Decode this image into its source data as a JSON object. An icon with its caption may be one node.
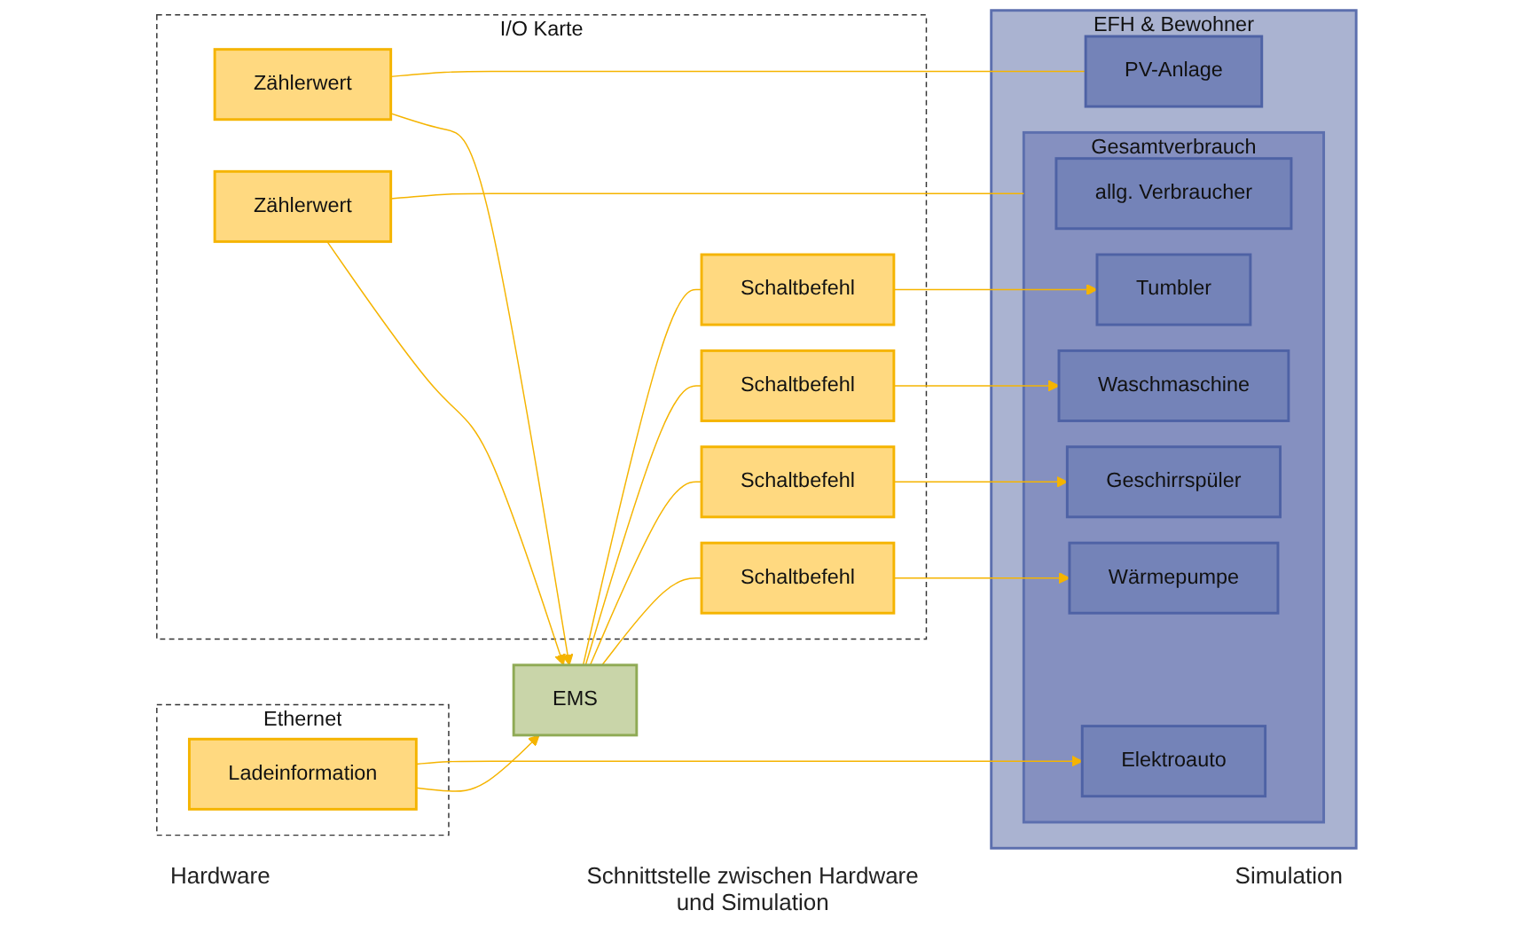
{
  "diagram": {
    "nodes": [
      {
        "text": [
          "EMS"
        ]
      },
      {
        "text": [
          "I/O Karte"
        ]
      },
      {
        "text": [
          "Zählerwert"
        ],
        "in": 1
      },
      {
        "text": [
          "Zählerwert"
        ],
        "in": 1
      },
      {
        "text": [
          "Schaltbefehl"
        ],
        "in": 1
      },
      {
        "text": [
          "Schaltbefehl"
        ],
        "in": 1
      },
      {
        "text": [
          "Schaltbefehl"
        ],
        "in": 1
      },
      {
        "text": [
          "Schaltbefehl"
        ],
        "in": 1
      },
      {
        "text": [
          "Ethernet"
        ]
      },
      {
        "text": [
          "Ladeinformation"
        ],
        "in": 8
      },
      {
        "text": [
          "EFH & Bewohner"
        ]
      },
      {
        "text": [
          "PV-Anlage"
        ],
        "in": 10
      },
      {
        "text": [
          "Gesamtverbrauch"
        ],
        "in": 10
      },
      {
        "text": [
          "allg. Verbraucher"
        ],
        "in": 12
      },
      {
        "text": [
          "Wärmepumpe"
        ],
        "in": 12
      },
      {
        "text": [
          "Geschirrspüler"
        ],
        "in": 12
      },
      {
        "text": [
          "Waschmaschine"
        ],
        "in": 12
      },
      {
        "text": [
          "Tumbler"
        ],
        "in": 12
      },
      {
        "text": [
          "Elektroauto"
        ],
        "in": 12
      }
    ],
    "edges": [
      {
        "from": 2,
        "to": 0,
        "arrow": "to"
      },
      {
        "from": 2,
        "to": 11,
        "arrow": "none"
      },
      {
        "from": 3,
        "to": 0,
        "arrow": "to"
      },
      {
        "from": 3,
        "to": 12,
        "arrow": "none"
      },
      {
        "from": 0,
        "to": 4,
        "arrow": "none"
      },
      {
        "from": 4,
        "to": 14,
        "arrow": "to"
      },
      {
        "from": 0,
        "to": 5,
        "arrow": "none"
      },
      {
        "from": 5,
        "to": 15,
        "arrow": "to"
      },
      {
        "from": 0,
        "to": 6,
        "arrow": "none"
      },
      {
        "from": 6,
        "to": 16,
        "arrow": "to"
      },
      {
        "from": 0,
        "to": 7,
        "arrow": "none"
      },
      {
        "from": 7,
        "to": 17,
        "arrow": "to"
      },
      {
        "from": 9,
        "to": 0,
        "arrow": "to"
      },
      {
        "from": 9,
        "to": 18,
        "arrow": "to"
      }
    ],
    "labels": [
      "Hardware",
      "Schnittstelle zwischen Hardware und Simulation",
      "Simulation"
    ]
  }
}
